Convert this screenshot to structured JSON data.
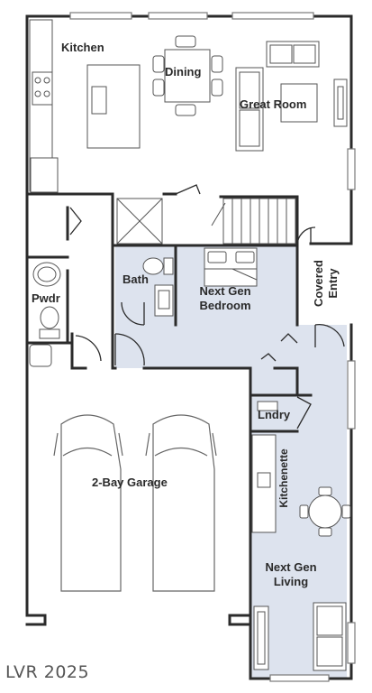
{
  "rooms": {
    "kitchen": "Kitchen",
    "dining": "Dining",
    "great_room": "Great Room",
    "bath": "Bath",
    "next_gen_bedroom_line1": "Next Gen",
    "next_gen_bedroom_line2": "Bedroom",
    "covered_entry_line1": "Covered",
    "covered_entry_line2": "Entry",
    "powder": "Pwdr",
    "laundry": "Lndry",
    "garage": "2-Bay Garage",
    "kitchenette": "Kitchenette",
    "next_gen_living_line1": "Next Gen",
    "next_gen_living_line2": "Living"
  },
  "watermark": "LVR 2025",
  "colors": {
    "wall": "#2b2b2b",
    "highlight": "#dde3ee",
    "fixture": "#555555"
  }
}
